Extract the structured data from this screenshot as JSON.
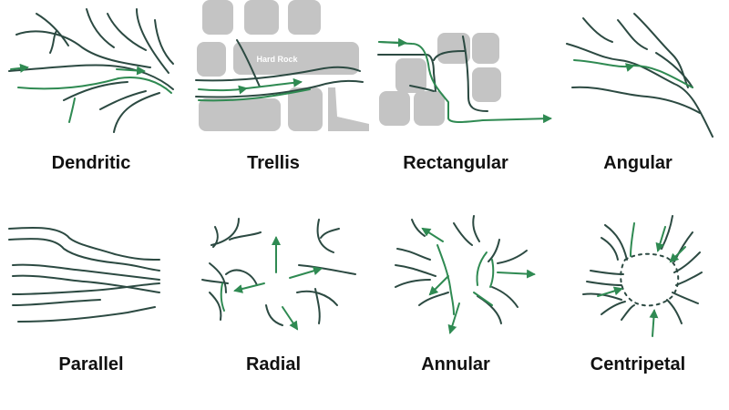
{
  "colors": {
    "dark_stream": "#2c4a42",
    "green_stream": "#2f8a52",
    "rock": "#c4c4c4",
    "text": "#111111"
  },
  "patterns": [
    {
      "id": "dendritic",
      "label": "Dendritic"
    },
    {
      "id": "trellis",
      "label": "Trellis",
      "rock_label": "Hard Rock"
    },
    {
      "id": "rectangular",
      "label": "Rectangular"
    },
    {
      "id": "angular",
      "label": "Angular"
    },
    {
      "id": "parallel",
      "label": "Parallel"
    },
    {
      "id": "radial",
      "label": "Radial"
    },
    {
      "id": "annular",
      "label": "Annular"
    },
    {
      "id": "centripetal",
      "label": "Centripetal"
    }
  ]
}
